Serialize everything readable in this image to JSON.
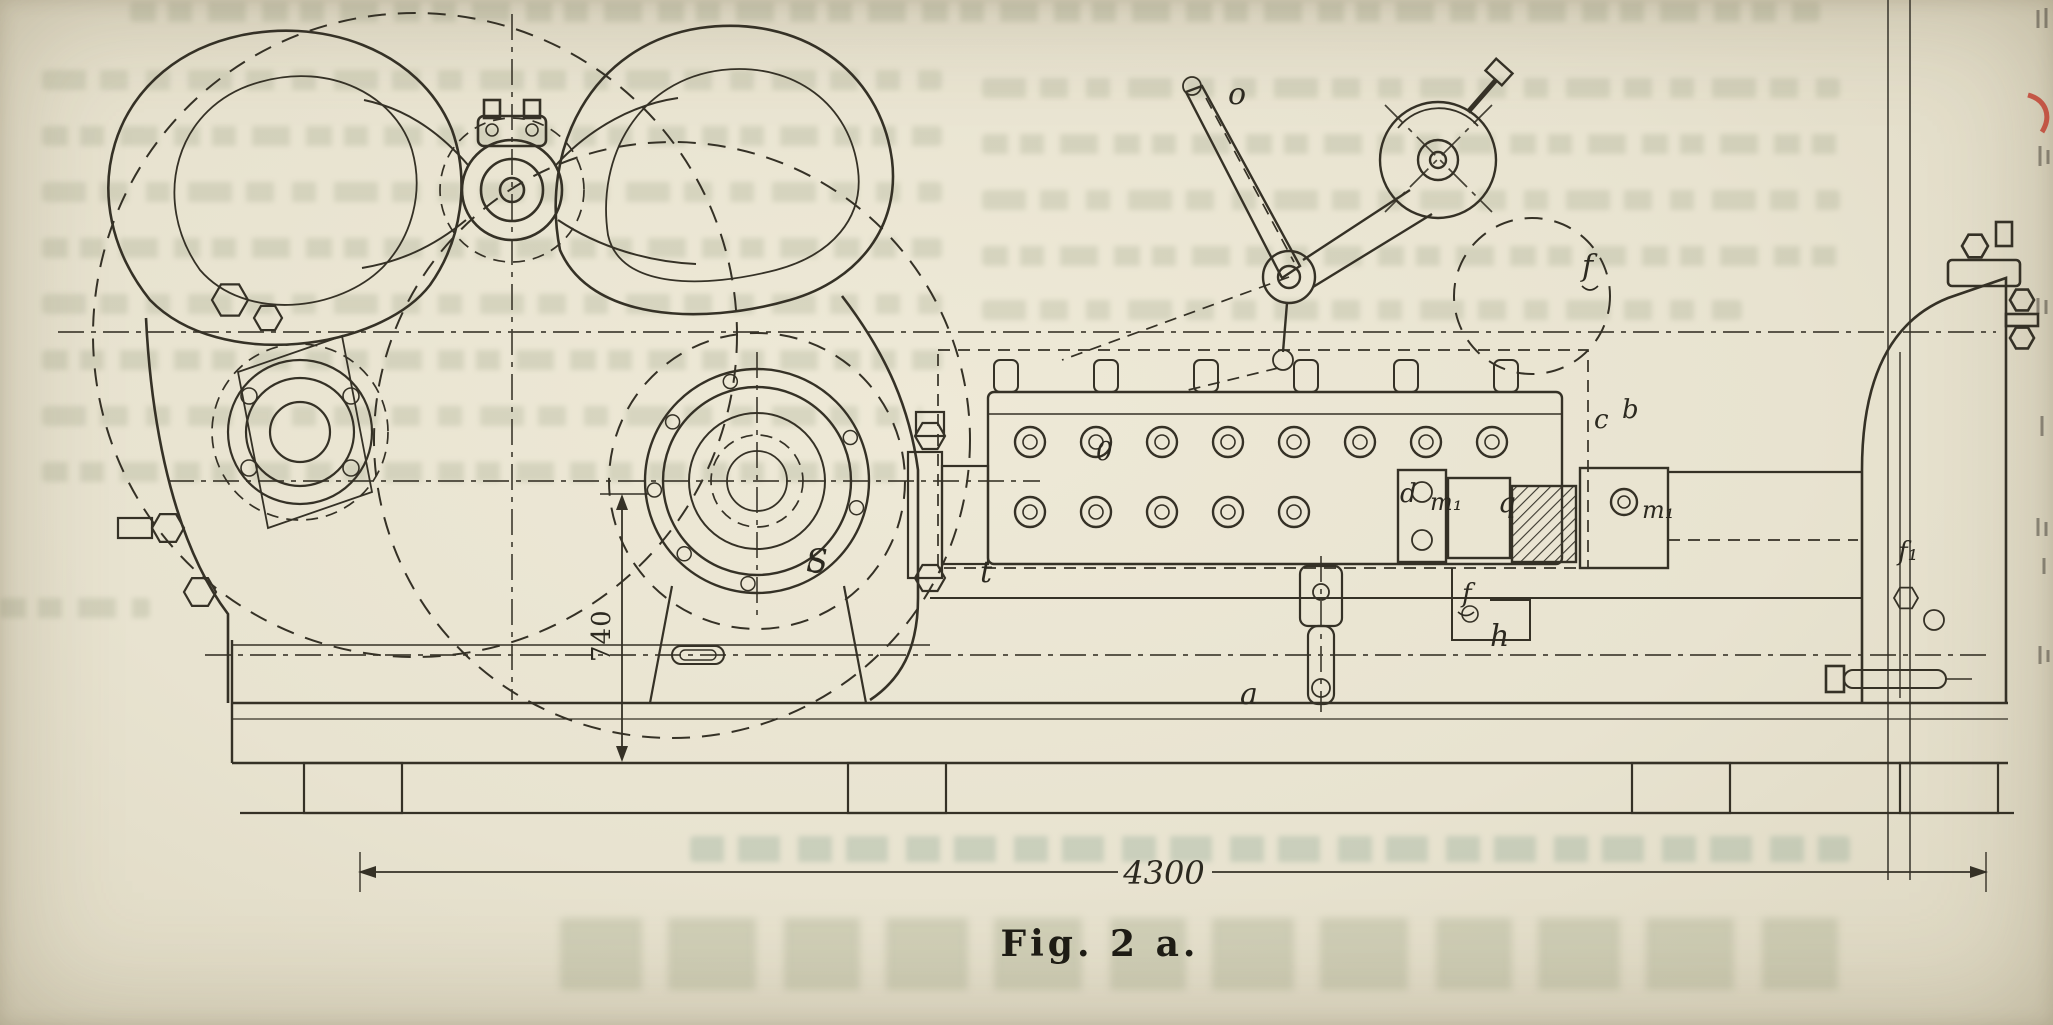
{
  "figure": {
    "caption": "Fig. 2 a.",
    "dimensions": {
      "vertical": "740",
      "horizontal": "4300"
    },
    "labels": {
      "lever": "o",
      "port": "0",
      "f_top": "f",
      "c": "c",
      "b": "b",
      "d": "d",
      "m1_left": "m₁",
      "q": "q",
      "m1_right": "m₁",
      "cylinder": "S",
      "t": "t",
      "f_mid": "f",
      "h": "h",
      "a": "a",
      "f1": "f₁"
    },
    "colors": {
      "paper": "#e8e3d0",
      "ink": "#353126",
      "ghost_text": "#8d9676",
      "red_mark": "#bf3a2a"
    }
  }
}
